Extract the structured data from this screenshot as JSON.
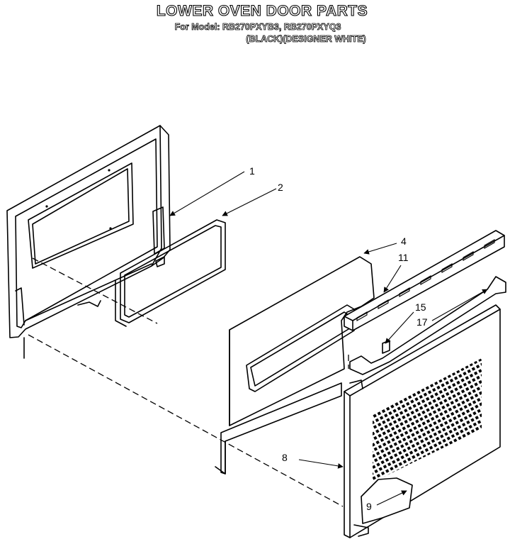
{
  "header": {
    "title": "LOWER OVEN DOOR PARTS",
    "models": "For Model: RB270PXYB3, RB270PXYQ3",
    "colors": "(BLACK)(DESIGNER WHITE)"
  },
  "callouts": [
    "1",
    "2",
    "4",
    "11",
    "15",
    "17",
    "8",
    "9"
  ]
}
